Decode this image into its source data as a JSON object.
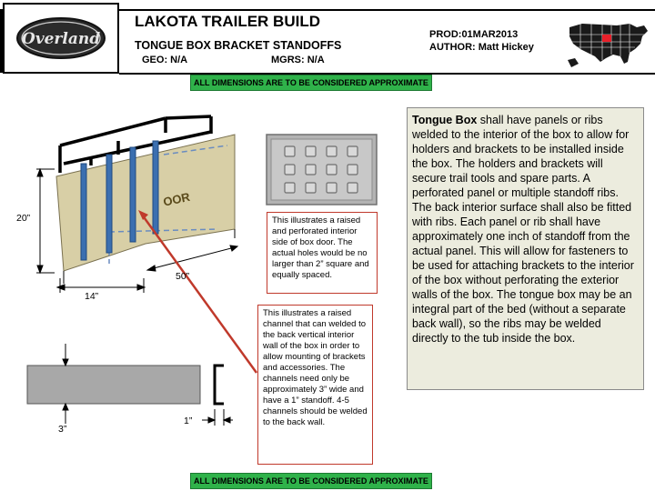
{
  "header": {
    "title": "LAKOTA TRAILER BUILD",
    "subtitle": "TONGUE BOX BRACKET STANDOFFS",
    "geo": "GEO: N/A",
    "mgrs": "MGRS: N/A",
    "prod": "PROD:01MAR2013",
    "author": "AUTHOR: Matt Hickey",
    "logo_text": "Overland"
  },
  "banners": {
    "top": "ALL DIMENSIONS ARE TO BE CONSIDERED APPROXIMATE",
    "bottom": "ALL DIMENSIONS ARE TO BE CONSIDERED APPROXIMATE"
  },
  "description": {
    "lead": "Tongue Box",
    "body": " shall have panels or ribs welded to the interior of the box to allow for holders and brackets to be installed inside the box.  The holders and brackets will secure trail tools and spare parts.  A perforated panel  or multiple standoff ribs.  The back interior surface shall also be fitted with ribs.  Each panel or rib shall have approximately one inch of standoff from the actual panel.  This will allow for fasteners to be used for attaching brackets to the interior of the box without perforating the exterior walls of the box.  The tongue box may be an integral part of the bed (without a separate back wall), so the ribs may be welded directly to the tub inside the box."
  },
  "callouts": {
    "perforated": "This illustrates a raised and perforated interior side of box door.  The actual holes would be no larger than 2” square and equally spaced.",
    "channel": "This illustrates a raised channel that can welded to the back vertical interior wall of the box in order to allow mounting of brackets and accessories.  The channels need only be approximately 3” wide and have a 1” standoff.  4-5 channels should be welded to the back wall."
  },
  "dimensions": {
    "height": "20”",
    "depth": "14”",
    "length": "50”",
    "channel_width": "3”",
    "standoff": "1”",
    "door_label": "OOR"
  },
  "colors": {
    "panel": "#d8cfa6",
    "ribs": "#3b6fb0",
    "callout_border": "#c0392b",
    "banner": "#2fb24a",
    "channel": "#a8a8a8",
    "plate": "#bdbdbd"
  }
}
